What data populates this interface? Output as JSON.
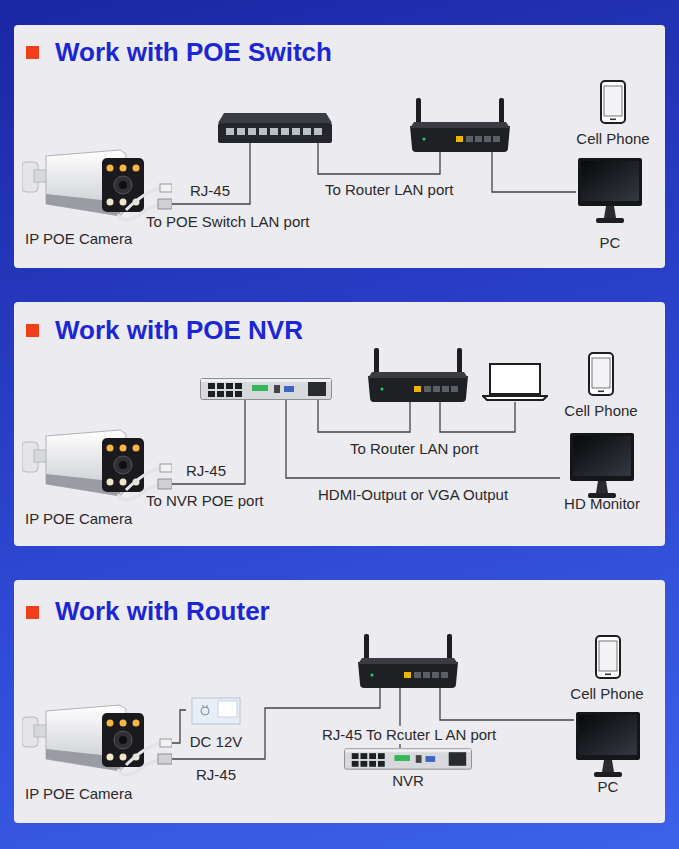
{
  "diagram": {
    "nodes": [
      {
        "text": [
          "Work with POE Switch"
        ]
      },
      {
        "text": [
          "IP POE Camera"
        ],
        "in": 0
      },
      {
        "in": 0
      },
      {
        "in": 0
      },
      {
        "text": [
          "Cell Phone"
        ],
        "in": 0
      },
      {
        "text": [
          "PC"
        ],
        "in": 0
      },
      {
        "text": [
          "Work with POE NVR"
        ]
      },
      {
        "text": [
          "IP POE Camera"
        ],
        "in": 6
      },
      {
        "in": 6
      },
      {
        "in": 6
      },
      {
        "in": 6
      },
      {
        "text": [
          "Cell Phone"
        ],
        "in": 6
      },
      {
        "text": [
          "HD Monitor"
        ],
        "in": 6
      },
      {
        "text": [
          "Work with Router"
        ]
      },
      {
        "text": [
          "IP POE Camera"
        ],
        "in": 13
      },
      {
        "text": [
          "DC 12V"
        ],
        "in": 13
      },
      {
        "in": 13
      },
      {
        "text": [
          "NVR"
        ],
        "in": 13
      },
      {
        "text": [
          "Cell Phone"
        ],
        "in": 13
      },
      {
        "text": [
          "PC"
        ],
        "in": 13
      }
    ],
    "edges": [
      {
        "from": 1,
        "to": 2,
        "label": "To POE Switch LAN port",
        "arrow": "none"
      },
      {
        "from": 2,
        "to": 3,
        "label": "To Router LAN port",
        "arrow": "none"
      },
      {
        "from": 3,
        "to": 5,
        "arrow": "none"
      },
      {
        "from": 7,
        "to": 8,
        "label": "To NVR POE port",
        "arrow": "none"
      },
      {
        "from": 8,
        "to": 9,
        "label": "To Router LAN port",
        "arrow": "none"
      },
      {
        "from": 9,
        "to": 10,
        "arrow": "none"
      },
      {
        "from": 8,
        "to": 12,
        "label": "HDMI-Output or VGA Output",
        "arrow": "none"
      },
      {
        "from": 14,
        "to": 15,
        "arrow": "none"
      },
      {
        "from": 14,
        "to": 16,
        "arrow": "none"
      },
      {
        "from": 17,
        "to": 16,
        "label": "RJ-45 To Rcuter L AN port",
        "arrow": "none"
      },
      {
        "from": 16,
        "to": 19,
        "arrow": "none"
      }
    ],
    "labels": [
      "RJ-45",
      "RJ-45",
      "RJ-45"
    ]
  }
}
